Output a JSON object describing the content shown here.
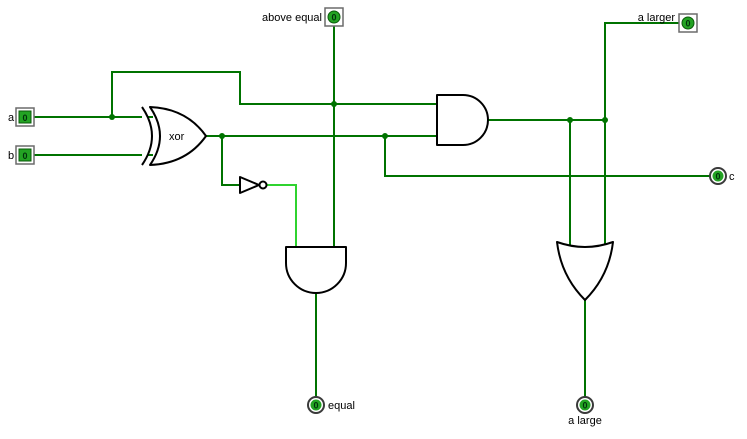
{
  "canvas": {
    "width": "747",
    "height": "439",
    "background": "#ffffff"
  },
  "colors": {
    "wire_low": "#007300",
    "wire_high": "#2fd32f",
    "gate_stroke": "#000000",
    "pin_fill": "#23a323",
    "pin_border": "#6b6b6b",
    "label_color": "#000000"
  },
  "pins": {
    "a": {
      "label": "a",
      "value": "0",
      "kind": "input"
    },
    "b": {
      "label": "b",
      "value": "0",
      "kind": "input"
    },
    "above_equal": {
      "label": "above equal",
      "value": "0",
      "kind": "output"
    },
    "a_larger": {
      "label": "a larger",
      "value": "0",
      "kind": "output"
    },
    "c": {
      "label": "c",
      "value": "0",
      "kind": "output"
    },
    "equal": {
      "label": "equal",
      "value": "0",
      "kind": "output"
    },
    "a_large": {
      "label": "a large",
      "value": "0",
      "kind": "output"
    }
  },
  "gates": {
    "xor1": {
      "type": "xor",
      "label": "xor"
    },
    "not1": {
      "type": "not"
    },
    "and1": {
      "type": "and"
    },
    "and2": {
      "type": "and"
    },
    "or1": {
      "type": "or"
    }
  }
}
